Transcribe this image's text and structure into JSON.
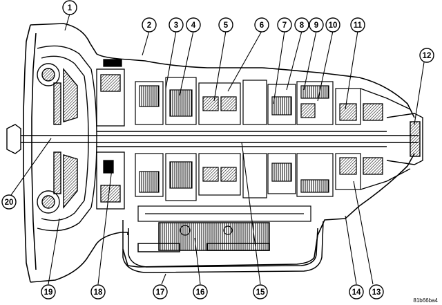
{
  "callouts": [
    {
      "num": "1"
    },
    {
      "num": "2"
    },
    {
      "num": "3"
    },
    {
      "num": "4"
    },
    {
      "num": "5"
    },
    {
      "num": "6"
    },
    {
      "num": "7"
    },
    {
      "num": "8"
    },
    {
      "num": "9"
    },
    {
      "num": "10"
    },
    {
      "num": "11"
    },
    {
      "num": "12"
    },
    {
      "num": "13"
    },
    {
      "num": "14"
    },
    {
      "num": "15"
    },
    {
      "num": "16"
    },
    {
      "num": "17"
    },
    {
      "num": "18"
    },
    {
      "num": "19"
    },
    {
      "num": "20"
    }
  ],
  "figure_code": "81b66ba4",
  "colors": {
    "ink": "#000000",
    "paper": "#ffffff",
    "hatch": "#555555"
  }
}
